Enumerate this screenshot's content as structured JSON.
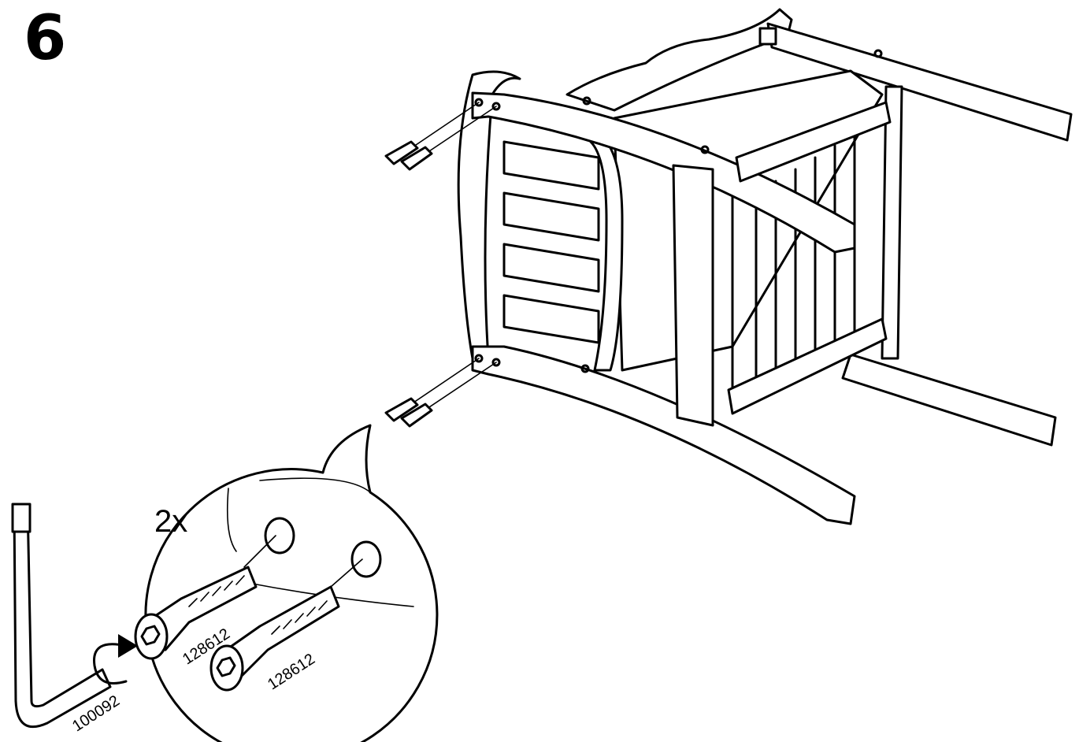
{
  "step": {
    "number": "6"
  },
  "callout": {
    "quantity": "2x"
  },
  "parts": {
    "allen_key": "100092",
    "screw_a": "128612",
    "screw_b": "128612"
  },
  "colors": {
    "line": "#000000",
    "background": "#ffffff"
  }
}
